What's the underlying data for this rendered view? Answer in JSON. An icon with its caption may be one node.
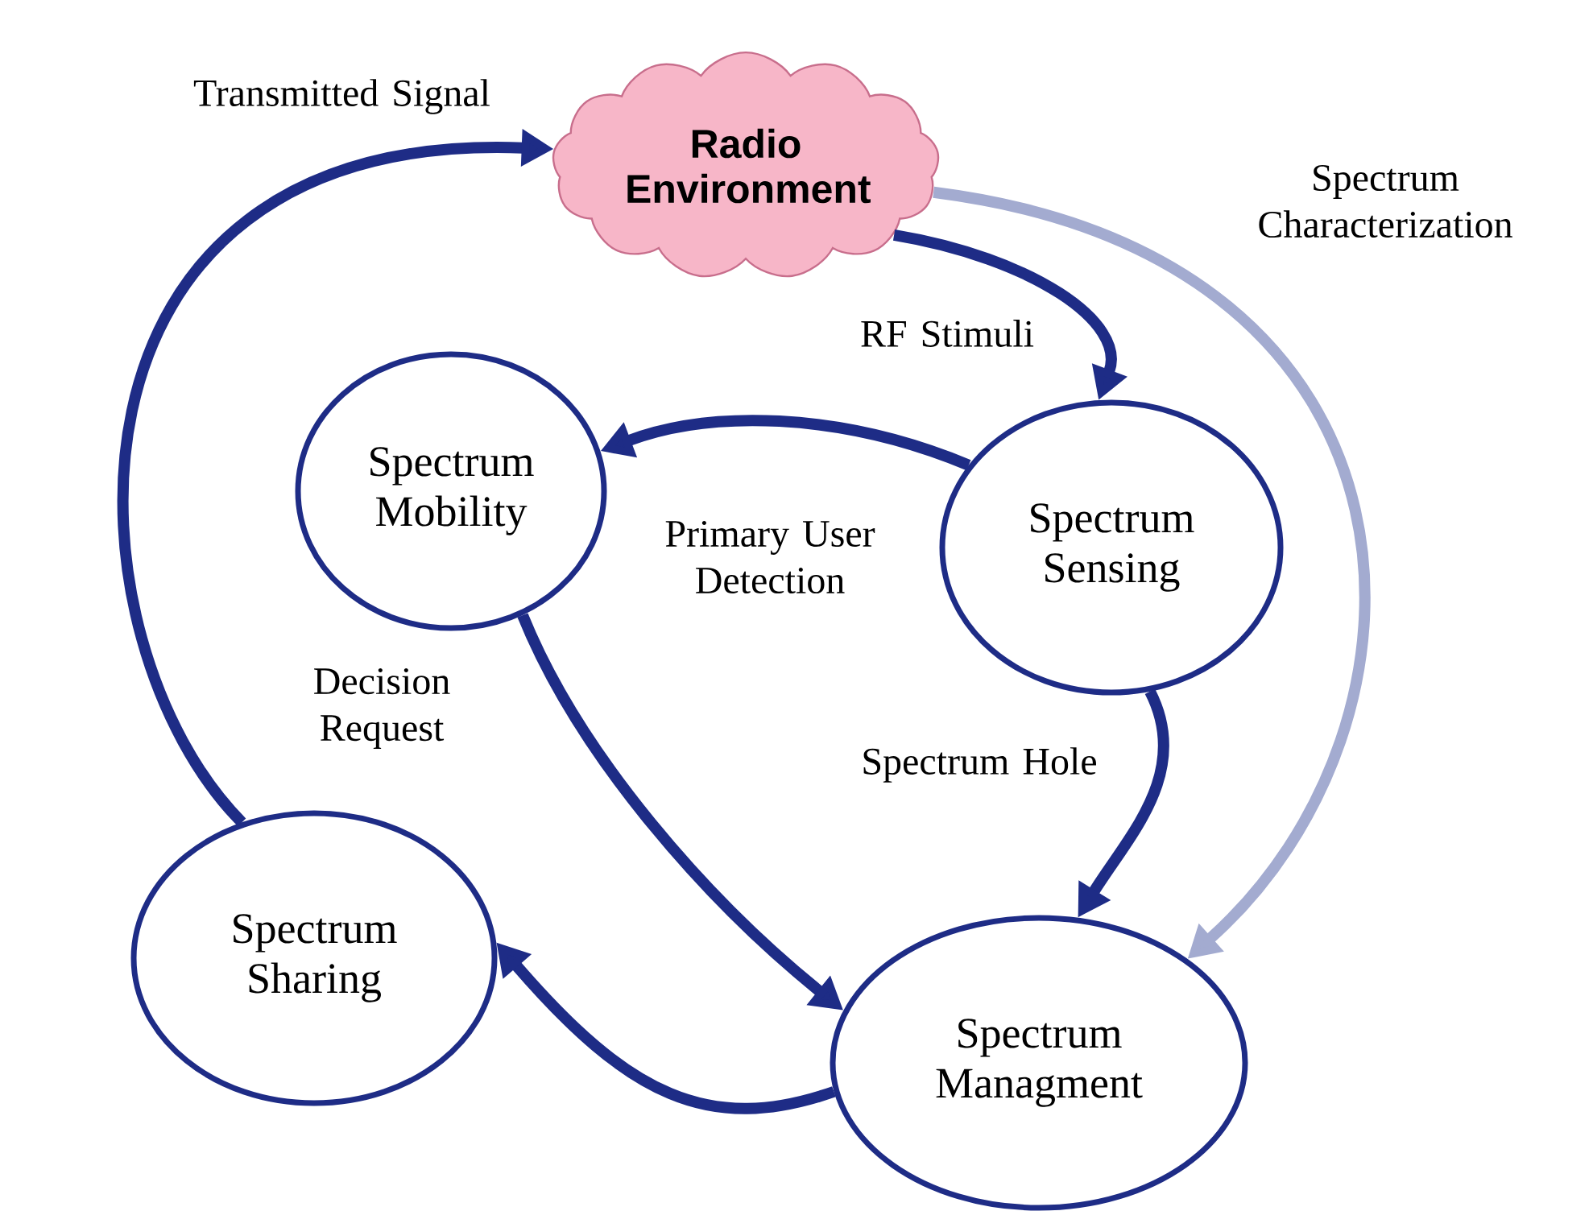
{
  "diagram": {
    "nodes": [
      {
        "text": [
          "Radio Environment"
        ]
      },
      {
        "text": [
          "Spectrum Mobility"
        ]
      },
      {
        "text": [
          "Spectrum Sensing"
        ]
      },
      {
        "text": [
          "Spectrum Sharing"
        ]
      },
      {
        "text": [
          "Spectrum Managment"
        ]
      }
    ],
    "edges": [
      {
        "from": 0,
        "to": 2,
        "arrow": "to",
        "label": "RF Stimuli"
      },
      {
        "from": 2,
        "to": 1,
        "arrow": "to",
        "label": "Primary User Detection"
      },
      {
        "from": 2,
        "to": 4,
        "arrow": "to",
        "label": "Spectrum Hole"
      },
      {
        "from": 1,
        "to": 4,
        "arrow": "to",
        "label": "Decision Request"
      },
      {
        "from": 4,
        "to": 3,
        "arrow": "to"
      },
      {
        "from": 3,
        "to": 0,
        "arrow": "to",
        "label": "Transmitted Signal"
      },
      {
        "from": 0,
        "to": 4,
        "arrow": "to",
        "label": "Spectrum Characterization",
        "color": "#a3abd0"
      }
    ]
  }
}
